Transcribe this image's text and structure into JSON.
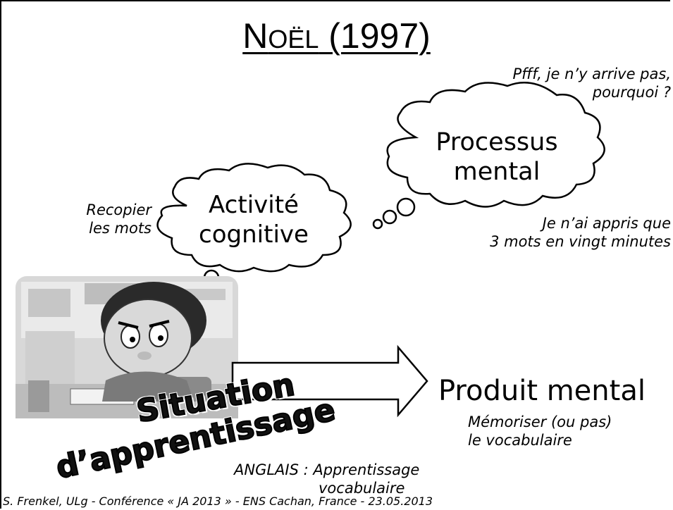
{
  "slide": {
    "title_first": "N",
    "title_rest": "OËL",
    "title_year": " (1997)",
    "thought_top_right": [
      "Pfff, je n’y arrive pas,",
      "pourquoi ?"
    ],
    "thought_left": [
      "Recopier",
      "les mots"
    ],
    "cloud_small": [
      "Activité",
      "cognitive"
    ],
    "cloud_large": [
      "Processus",
      "mental"
    ],
    "thought_mid_right": [
      "Je n’ai appris que",
      "3 mots en vingt minutes"
    ],
    "product": "Produit mental",
    "product_sub": [
      "Mémoriser  (ou pas)",
      "le vocabulaire"
    ],
    "stamp_line1": "Situation",
    "stamp_line2": "d’apprentissage",
    "task": [
      "ANGLAIS : Apprentissage",
      "vocabulaire"
    ],
    "footer": "S. Frenkel, ULg - Conférence « JA 2013 » - ENS Cachan, France - 23.05.2013"
  }
}
